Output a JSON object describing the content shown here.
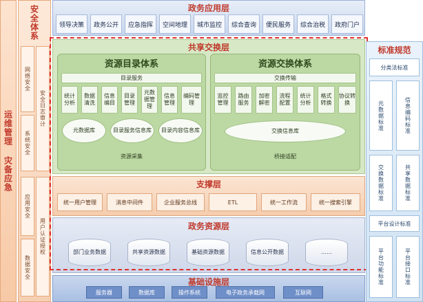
{
  "ops": {
    "text": "运维管理 灾备应急"
  },
  "security": {
    "title": "安全体系",
    "left_items": [
      "网络安全",
      "系统安全",
      "应用安全",
      "数据安全"
    ],
    "right_items": [
      "安全日志审计",
      "用户认证授权"
    ]
  },
  "gov_layer": {
    "title": "政务应用层",
    "apps": [
      "领导决策",
      "政务公开",
      "应急指挥",
      "空间地理",
      "城市监控",
      "综合查询",
      "便民服务",
      "综合治税",
      "政府门户"
    ]
  },
  "share_layer": {
    "title": "共享交换层",
    "catalog": {
      "title": "资源目录体系",
      "service_bar": "目录服务",
      "tools": [
        "统计分析",
        "数据清洗",
        "信息编目",
        "目录管理",
        "元数据管理",
        "信息管理",
        "编码管理"
      ],
      "dbs": [
        "元数据库",
        "目录服务信息库",
        "目录内容信息库"
      ],
      "bottom": "资源采集"
    },
    "exchange": {
      "title": "资源交换体系",
      "transfer_bar": "交换传输",
      "tools": [
        "监控管理",
        "路由服务",
        "加密解密",
        "流程配置",
        "统计分析",
        "格式转换",
        "协议转换"
      ],
      "db": "交换信息库",
      "bottom": "桥接适配"
    }
  },
  "support_layer": {
    "title": "支撑层",
    "items": [
      "统一用户管理",
      "消息中间件",
      "企业服务总线",
      "ETL",
      "统一工作流",
      "统一搜索引擎"
    ]
  },
  "resource_layer": {
    "title": "政务资源层",
    "dbs": [
      "部门业务数据",
      "共享资源数据",
      "基础资源数据",
      "信息公开数据",
      "……"
    ]
  },
  "base_layer": {
    "title": "基础设施层",
    "items": [
      "服务器",
      "数据库",
      "操作系统",
      "电子政务承载网",
      "互联网"
    ]
  },
  "standards": {
    "title": "标准规范",
    "top_item": "分类法标准",
    "pair1": [
      "元数据标准",
      "信息编码标准"
    ],
    "pair2": [
      "交换数据标准",
      "共享数据标准"
    ],
    "mid_item": "平台设计标准",
    "pair3": [
      "平台功能标准",
      "平台接口标准"
    ]
  }
}
